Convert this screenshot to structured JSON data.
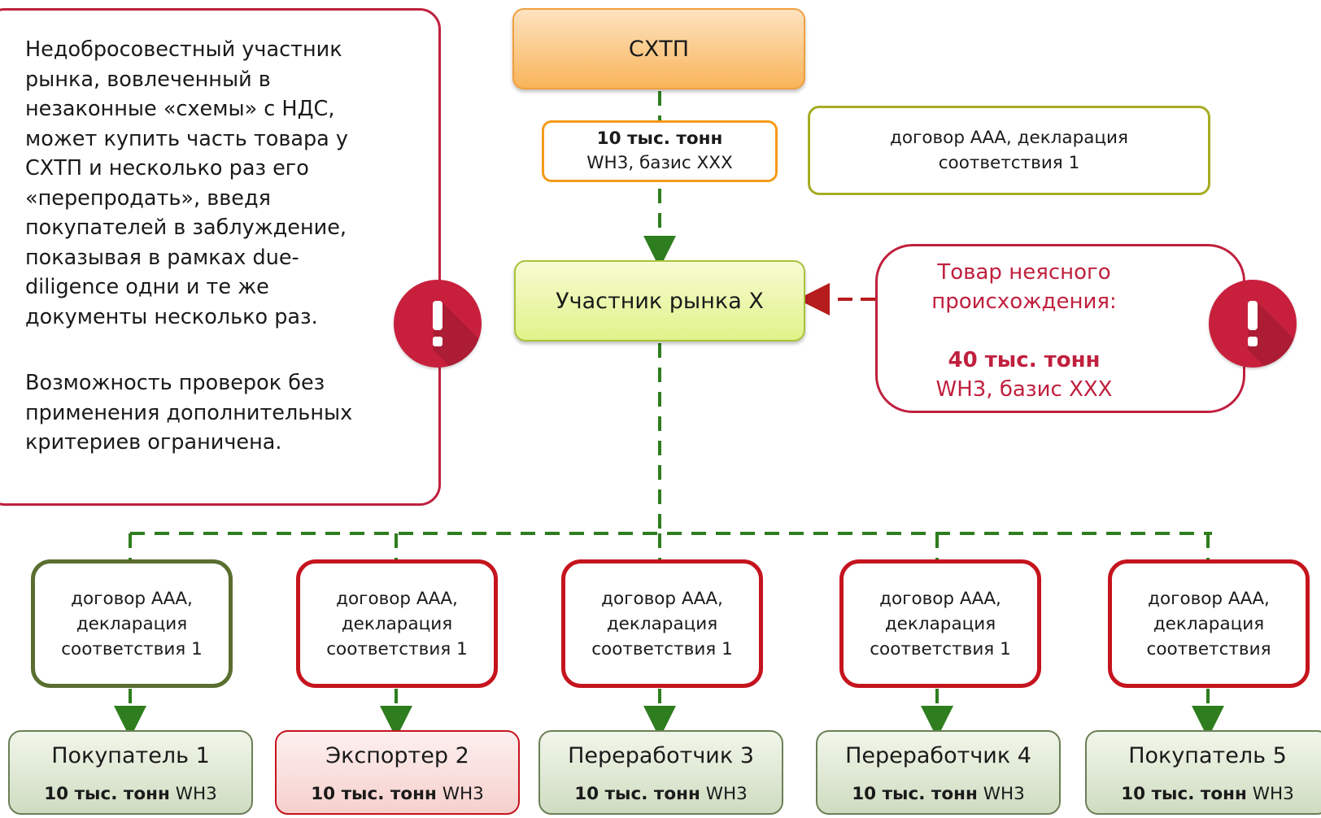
{
  "left_note": {
    "paragraph1": "Недобросовестный участник рынка, вовлеченный в незаконные «схемы» с НДС, может купить часть товара у СХТП и несколько раз его «перепродать», введя покупателей в заблуждение, показывая в рамках due-diligence одни и те же документы несколько раз.",
    "paragraph2": "Возможность проверок без применения дополнительных критериев ограничена."
  },
  "top_node": {
    "label": "СХТП"
  },
  "top_quantity": {
    "amount": "10 тыс. тонн",
    "detail": "WH3, базис XXX"
  },
  "top_document": {
    "text": "договор ААА,  декларация соответствия 1"
  },
  "middle_node": {
    "label": "Участник рынка X"
  },
  "right_note": {
    "title": "Товар неясного происхождения:",
    "amount": "40 тыс. тонн",
    "detail": "WH3, базис XXX"
  },
  "documents": [
    {
      "text": "договор ААА, декларация соответствия 1"
    },
    {
      "text": "договор ААА, декларация соответствия 1"
    },
    {
      "text": "договор ААА, декларация соответствия 1"
    },
    {
      "text": "договор ААА, декларация соответствия 1"
    },
    {
      "text": "договор ААА, декларация соответствия"
    }
  ],
  "buyers": [
    {
      "name": "Покупатель 1",
      "qty": "10 тыс. тонн",
      "product": "WH3"
    },
    {
      "name": "Экспортер 2",
      "qty": "10 тыс. тонн",
      "product": "WH3"
    },
    {
      "name": "Переработчик 3",
      "qty": "10 тыс. тонн",
      "product": "WH3"
    },
    {
      "name": "Переработчик 4",
      "qty": "10 тыс. тонн",
      "product": "WH3"
    },
    {
      "name": "Покупатель 5",
      "qty": "10 тыс. тонн",
      "product": "WH3"
    }
  ],
  "colors": {
    "alert_red": "#c0203e",
    "dark_red": "#c5141e",
    "flow_green": "#2e7d1e",
    "flow_red": "#b71c1c",
    "orange": "#f59a19",
    "olive": "#a5ac22"
  }
}
